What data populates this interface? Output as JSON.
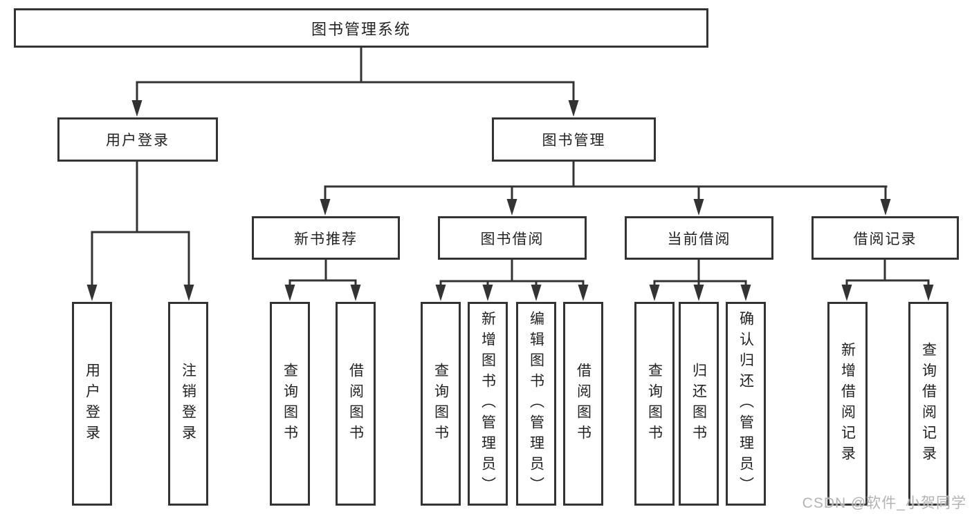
{
  "diagram": {
    "root": "图书管理系统",
    "level2": [
      "用户登录",
      "图书管理"
    ],
    "level3": [
      "新书推荐",
      "图书借阅",
      "当前借阅",
      "借阅记录"
    ],
    "leaves": {
      "user_login": [
        "用户登录",
        "注销登录"
      ],
      "new_book": [
        "查询图书",
        "借阅图书"
      ],
      "book_borrow": [
        "查询图书",
        "新增图书（管理员）",
        "编辑图书（管理员）",
        "借阅图书"
      ],
      "current_borrow": [
        "查询图书",
        "归还图书",
        "确认归还（管理员）"
      ],
      "borrow_records": [
        "新增借阅记录",
        "查询借阅记录"
      ]
    },
    "colors": {
      "line": "#333333",
      "text": "#222222",
      "background": "#ffffff",
      "watermark": "#b3b3b3"
    }
  },
  "watermark": "CSDN @软件_小贺同学"
}
